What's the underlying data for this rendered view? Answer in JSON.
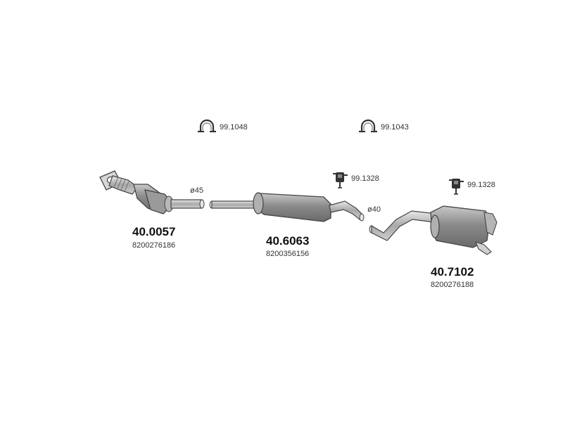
{
  "accessories": [
    {
      "code": "99.1048",
      "icon": "clamp-icon"
    },
    {
      "code": "99.1043",
      "icon": "clamp-icon"
    },
    {
      "code": "99.1328",
      "icon": "rubber-hanger-icon"
    },
    {
      "code": "99.1328",
      "icon": "rubber-hanger-icon"
    }
  ],
  "parts": [
    {
      "part_number": "40.0057",
      "oem_number": "8200276186",
      "icon": "catalytic-converter-icon"
    },
    {
      "part_number": "40.6063",
      "oem_number": "8200356156",
      "icon": "middle-silencer-icon"
    },
    {
      "part_number": "40.7102",
      "oem_number": "8200276188",
      "icon": "rear-silencer-icon"
    }
  ],
  "diameters": [
    "ø45",
    "ø40"
  ]
}
